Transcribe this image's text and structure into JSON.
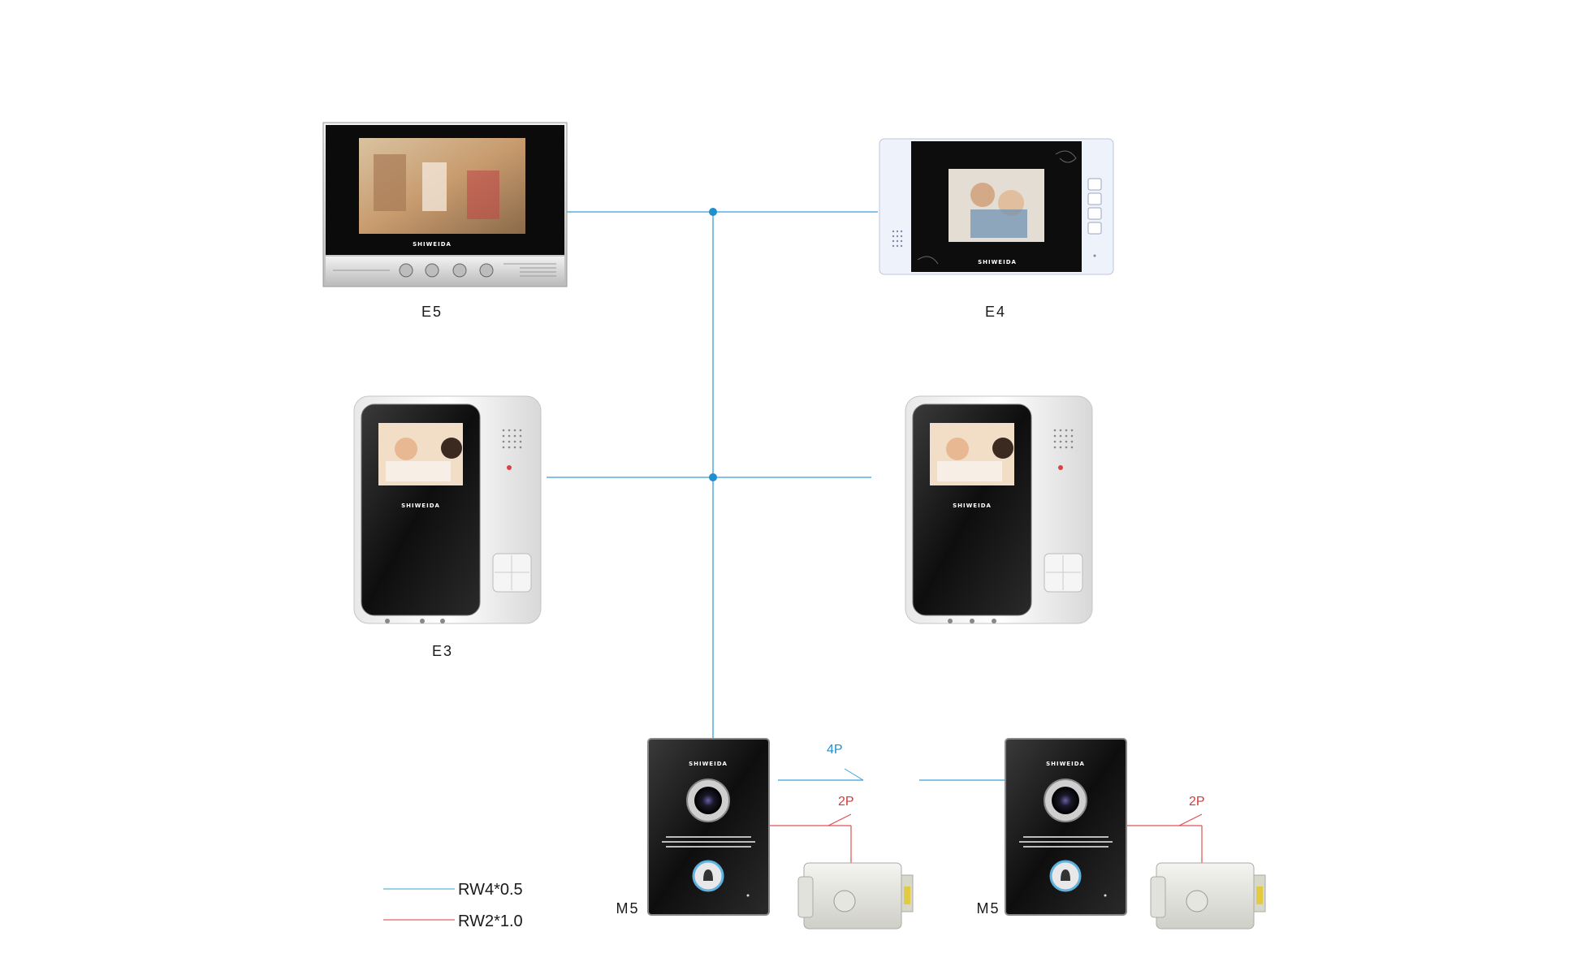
{
  "devices": {
    "e5_label": "E5",
    "e4_label": "E4",
    "e3_label": "E3",
    "m5_left_label": "M5",
    "m5_right_label": "M5",
    "brand_text": "SHIWEIDA"
  },
  "cables": {
    "bus_label": "4P",
    "lock_left_label": "2P",
    "lock_right_label": "2P"
  },
  "legend": {
    "items": [
      {
        "label": "RW4*0.5",
        "color": "#5bb8d6"
      },
      {
        "label": "RW2*1.0",
        "color": "#e26060"
      }
    ]
  },
  "colors": {
    "signal_line": "#3a9fd6",
    "power_line": "#e05050",
    "junction": "#1f8fd0"
  }
}
